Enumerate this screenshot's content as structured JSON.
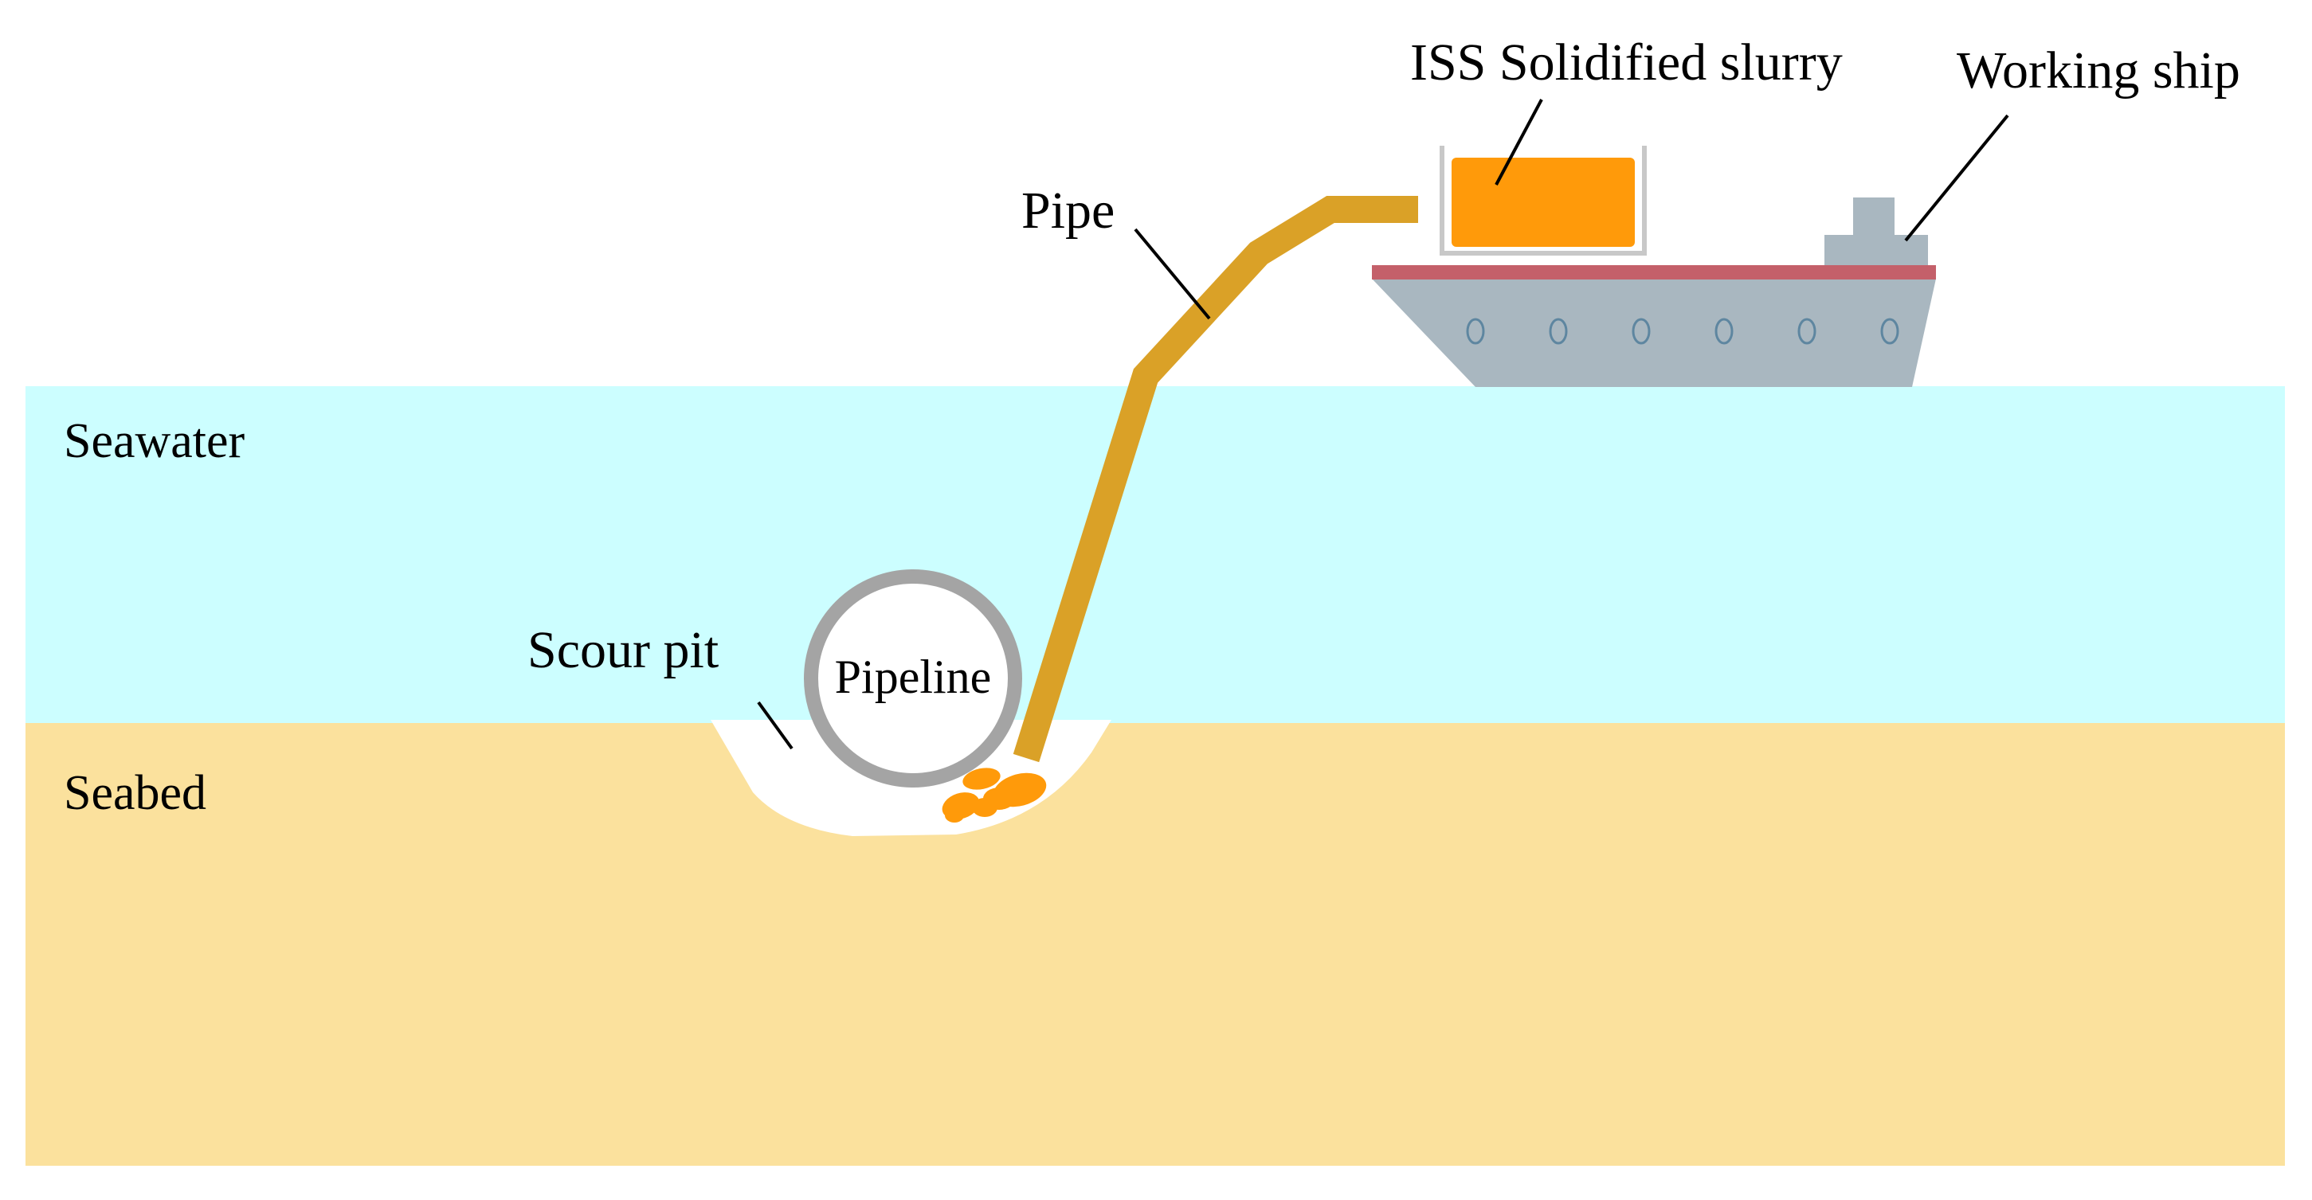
{
  "labels": {
    "slurry": "ISS Solidified slurry",
    "ship": "Working ship",
    "pipe": "Pipe",
    "seawater": "Seawater",
    "scour_pit": "Scour pit",
    "pipeline": "Pipeline",
    "seabed": "Seabed"
  },
  "colors": {
    "background": "#ffffff",
    "seawater": "#ccfeff",
    "seabed": "#fbe19d",
    "scour_pit": "#ffffff",
    "pipe": "#daa127",
    "slurry": "#ff9a0a",
    "ship_hull": "#a9b7c0",
    "ship_deck": "#c4606a",
    "pipeline_ring": "#a4a4a4",
    "porthole": "#5e86a0"
  }
}
